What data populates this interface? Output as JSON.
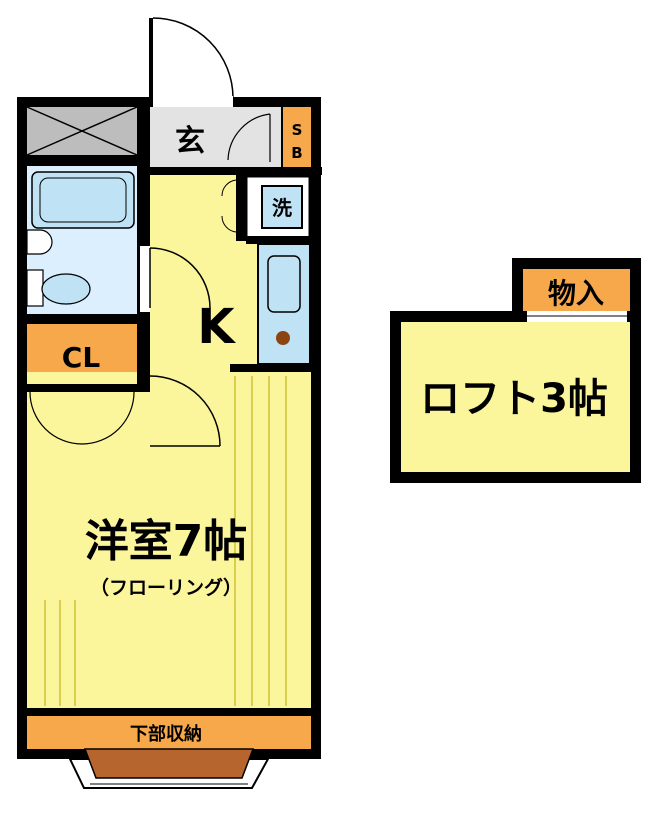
{
  "labels": {
    "entrance": "玄",
    "shoe_box": [
      "S",
      "B"
    ],
    "washer": "洗",
    "kitchen": "K",
    "closet": "CL",
    "western_room": "洋室7帖",
    "flooring": "（フローリング）",
    "under_storage": "下部収納",
    "storage": "物入",
    "loft": "ロフト3帖"
  },
  "colors": {
    "wall": "#000000",
    "room_yellow": "#fbf59b",
    "storage_orange": "#f6a84a",
    "bath_blue": "#dcefff",
    "fixture_blue": "#bfe2f5",
    "entrance_gray": "#e3e3e3",
    "bay_brown": "#b5652d"
  }
}
